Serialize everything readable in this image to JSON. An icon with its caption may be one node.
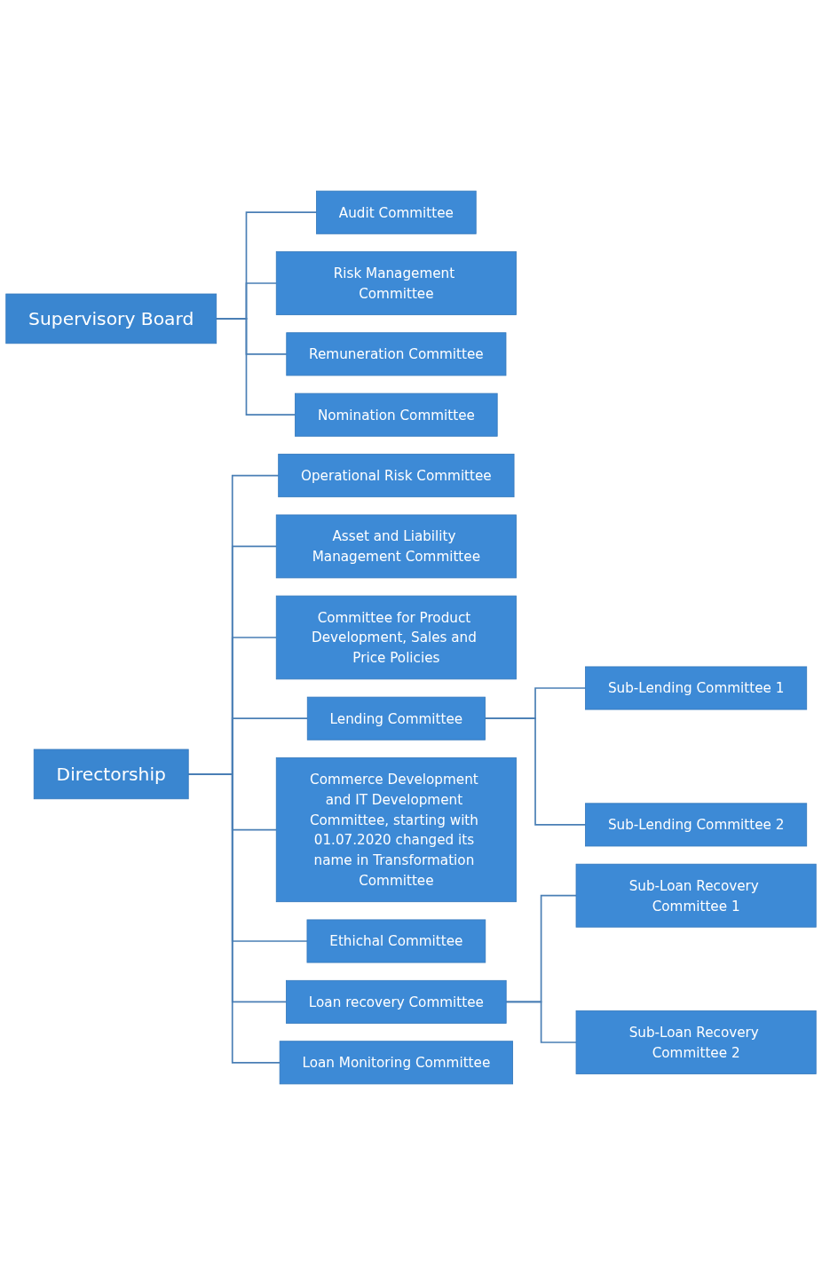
{
  "diagram": {
    "nodes": [
      {
        "text": [
          "Supervisory Board"
        ]
      },
      {
        "text": [
          "Audit Committee"
        ]
      },
      {
        "text": [
          "Risk Management Committee"
        ]
      },
      {
        "text": [
          "Remuneration Committee"
        ]
      },
      {
        "text": [
          "Nomination Committee"
        ]
      },
      {
        "text": [
          "Directorship"
        ]
      },
      {
        "text": [
          "Operational Risk Committee"
        ]
      },
      {
        "text": [
          "Asset and Liability Management Committee"
        ]
      },
      {
        "text": [
          "Committee for Product Development, Sales and Price Policies"
        ]
      },
      {
        "text": [
          "Lending Committee"
        ]
      },
      {
        "text": [
          "Sub-Lending Committee 1"
        ]
      },
      {
        "text": [
          "Sub-Lending Committee 2"
        ]
      },
      {
        "text": [
          "Commerce Development and IT Development Committee, starting with 01.07.2020 changed its name in Transformation Committee"
        ]
      },
      {
        "text": [
          "Ethichal Committee"
        ]
      },
      {
        "text": [
          "Loan recovery Committee"
        ]
      },
      {
        "text": [
          "Sub-Loan Recovery Committee 1"
        ]
      },
      {
        "text": [
          "Sub-Loan Recovery Committee 2"
        ]
      },
      {
        "text": [
          "Loan Monitoring Committee"
        ]
      }
    ],
    "edges": [
      {
        "from": 0,
        "to": 1,
        "arrow": "none"
      },
      {
        "from": 0,
        "to": 2,
        "arrow": "none"
      },
      {
        "from": 0,
        "to": 3,
        "arrow": "none"
      },
      {
        "from": 0,
        "to": 4,
        "arrow": "none"
      },
      {
        "from": 5,
        "to": 6,
        "arrow": "none"
      },
      {
        "from": 5,
        "to": 7,
        "arrow": "none"
      },
      {
        "from": 5,
        "to": 8,
        "arrow": "none"
      },
      {
        "from": 5,
        "to": 9,
        "arrow": "none"
      },
      {
        "from": 9,
        "to": 10,
        "arrow": "none"
      },
      {
        "from": 9,
        "to": 11,
        "arrow": "none"
      },
      {
        "from": 5,
        "to": 12,
        "arrow": "none"
      },
      {
        "from": 5,
        "to": 13,
        "arrow": "none"
      },
      {
        "from": 5,
        "to": 14,
        "arrow": "none"
      },
      {
        "from": 14,
        "to": 15,
        "arrow": "none"
      },
      {
        "from": 14,
        "to": 16,
        "arrow": "none"
      },
      {
        "from": 5,
        "to": 17,
        "arrow": "none"
      }
    ]
  }
}
